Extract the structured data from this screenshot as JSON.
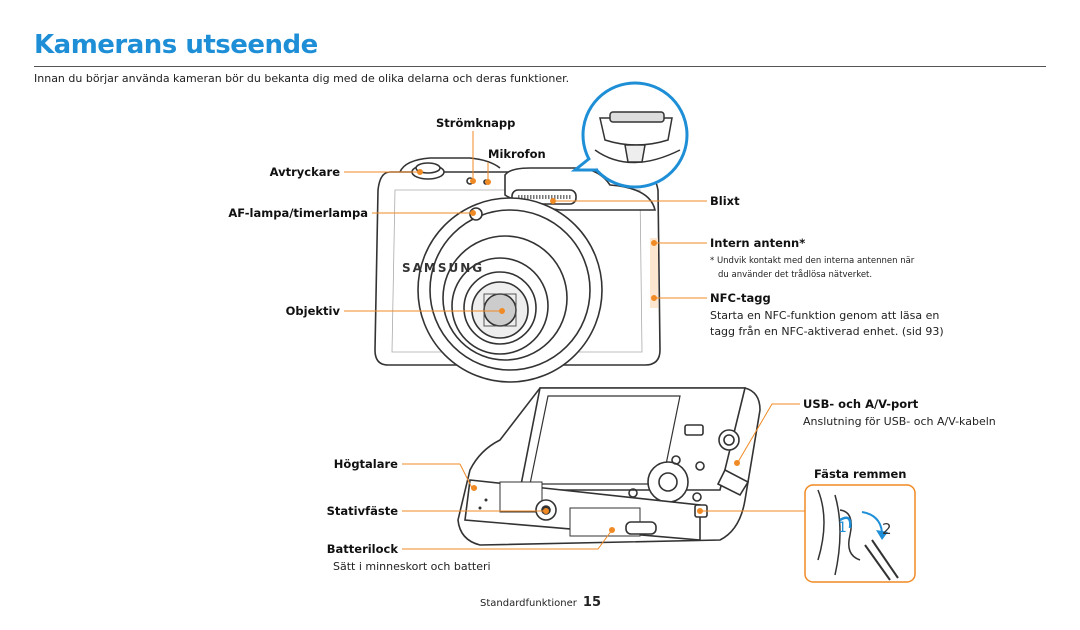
{
  "page": {
    "title": "Kamerans utseende",
    "intro": "Innan du börjar använda kameran bör du bekanta dig med de olika delarna och deras funktioner."
  },
  "front": {
    "power_button": "Strömknapp",
    "microphone": "Mikrofon",
    "shutter": "Avtryckare",
    "af_lamp": "AF-lampa/timerlampa",
    "lens": "Objektiv",
    "flash": "Blixt",
    "antenna": "Intern antenn*",
    "antenna_note_line1": "*  Undvik kontakt med den interna antennen när",
    "antenna_note_line2": "du använder det trådlösa nätverket.",
    "nfc": "NFC-tagg",
    "nfc_desc_line1": "Starta en NFC-funktion genom att läsa en",
    "nfc_desc_line2": "tagg från en NFC-aktiverad enhet. (sid 93)",
    "brand": "SAMSUNG"
  },
  "bottom": {
    "usb": "USB- och A/V-port",
    "usb_desc": "Anslutning för USB- och A/V-kabeln",
    "strap": "Fästa remmen",
    "speaker": "Högtalare",
    "tripod": "Stativfäste",
    "battery": "Batterilock",
    "battery_desc": "Sätt i minneskort och batteri",
    "step1": "1",
    "step2": "2"
  },
  "footer": {
    "section": "Standardfunktioner",
    "page": "15"
  },
  "colors": {
    "accent": "#1e8fd6",
    "callout": "#f08a24",
    "outline": "#333333"
  }
}
